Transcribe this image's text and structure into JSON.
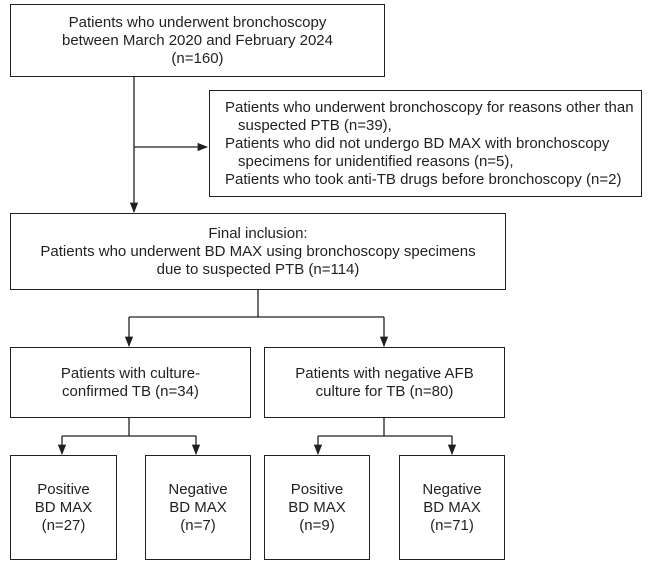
{
  "flowchart": {
    "screened": "Patients who underwent bronchoscopy\nbetween March 2020 and February 2024\n(n=160)",
    "excluded": [
      {
        "text": "Patients who underwent bronchoscopy for reasons other than",
        "indent": false
      },
      {
        "text": "suspected PTB (n=39),",
        "indent": true
      },
      {
        "text": "Patients who did not undergo BD MAX with bronchoscopy",
        "indent": false
      },
      {
        "text": "specimens for unidentified reasons (n=5),",
        "indent": true
      },
      {
        "text": "Patients who took anti-TB drugs before bronchoscopy (n=2)",
        "indent": false
      }
    ],
    "included": "Final inclusion:\nPatients who underwent BD MAX using bronchoscopy specimens\ndue to suspected PTB (n=114)",
    "group_culture_confirmed": "Patients with culture-\nconfirmed TB (n=34)",
    "group_negative_culture": "Patients with negative AFB\nculture for TB (n=80)",
    "results": {
      "cc_positive": "Positive\nBD MAX\n(n=27)",
      "cc_negative": "Negative\nBD MAX\n(n=7)",
      "neg_positive": "Positive\nBD MAX\n(n=9)",
      "neg_negative": "Negative\nBD MAX\n(n=71)"
    }
  }
}
